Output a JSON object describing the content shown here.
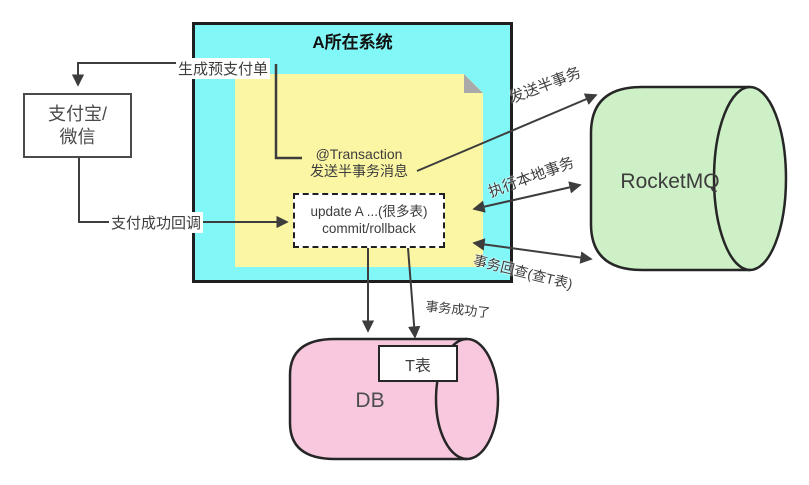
{
  "system_box": {
    "title": "A所在系统"
  },
  "note": {
    "line1": "@Transaction",
    "line2": "发送半事务消息"
  },
  "dashed_box": {
    "line1": "update A ...(很多表)",
    "line2": "commit/rollback"
  },
  "payment_box": {
    "line1": "支付宝/",
    "line2": "微信"
  },
  "labels": {
    "create_prepay": "生成预支付单",
    "pay_callback": "支付成功回调",
    "send_half_msg": "发送半事务",
    "exec_local_tx": "执行本地事务",
    "tx_check": "事务回查(查T表)",
    "tx_success": "事务成功了"
  },
  "rocketmq": {
    "label": "RocketMQ"
  },
  "db": {
    "label": "DB"
  },
  "t_table": {
    "label": "T表"
  },
  "colors": {
    "system_fill": "#82f7f7",
    "note_fill": "#fbf6a3",
    "rocketmq_fill": "#cdf0c6",
    "db_fill": "#f8c8de",
    "line": "#3d3d3d",
    "border": "#262626"
  }
}
